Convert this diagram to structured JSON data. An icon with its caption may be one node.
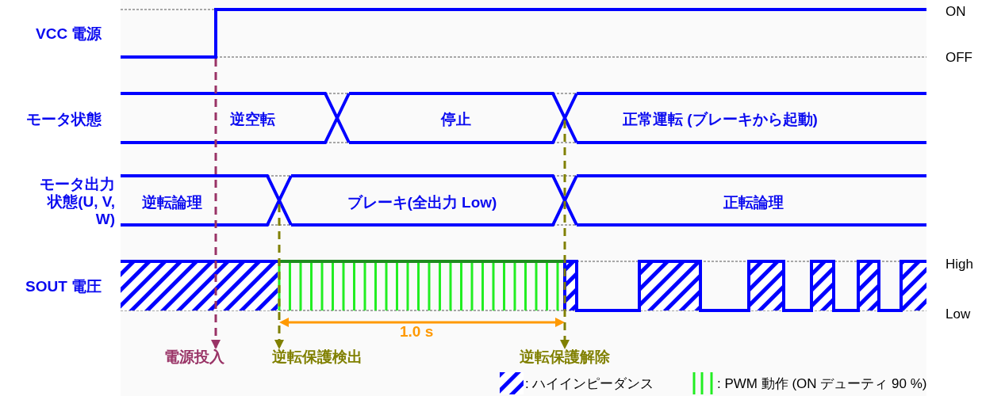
{
  "diagram": {
    "nodes": [
      {
        "text": [
          "電源投入"
        ]
      },
      {
        "text": [
          "逆転保護検出"
        ]
      },
      {
        "text": [
          "逆転保護解除"
        ]
      }
    ],
    "edges": [
      {
        "from": null,
        "to": 0,
        "arrow": "to",
        "style": "dashed",
        "color": "#993366"
      },
      {
        "from": null,
        "to": 1,
        "arrow": "to",
        "style": "dashed",
        "color": "#808000"
      },
      {
        "from": null,
        "to": 2,
        "arrow": "to",
        "style": "dashed",
        "color": "#808000"
      }
    ],
    "labels": [
      "VCC 電源",
      "ON",
      "OFF",
      "モータ状態",
      "逆空転",
      "停止",
      "正常運転 (ブレーキから起動)",
      "モータ出力状態(U, V, W)",
      "逆転論理",
      "ブレーキ(全出力 Low)",
      "正転論理",
      "SOUT 電圧",
      "High",
      "Low",
      "1.0 s"
    ],
    "legend": [
      {
        "text": ": ハイインピーダンス"
      },
      {
        "text": ": PWM 動作 (ON デューティ 90 %)"
      }
    ]
  }
}
